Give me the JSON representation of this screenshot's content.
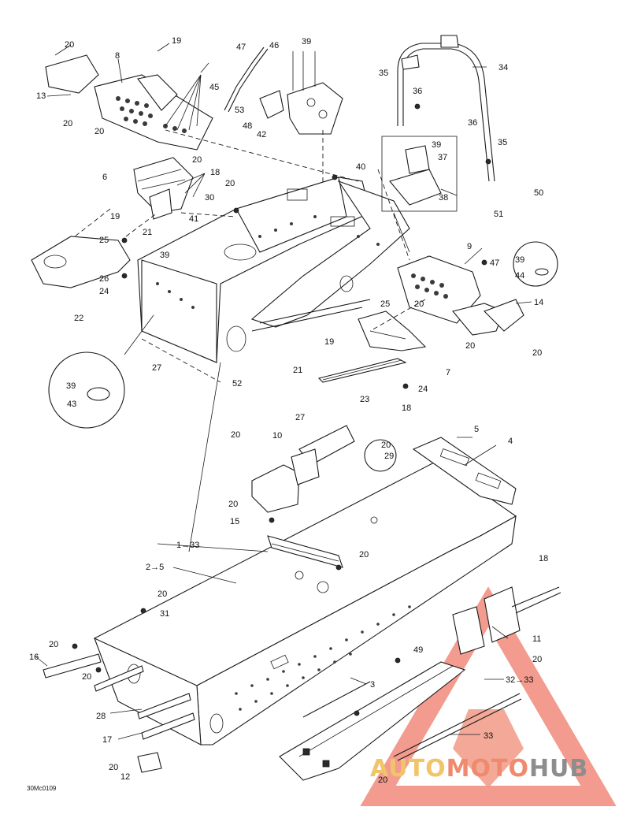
{
  "diagram": {
    "drawing_code": "30Mc0109",
    "callouts": [
      "20",
      "19",
      "8",
      "13",
      "20",
      "20",
      "47",
      "46",
      "45",
      "53",
      "48",
      "39",
      "42",
      "35",
      "36",
      "34",
      "36",
      "35",
      "39",
      "37",
      "38",
      "50",
      "51",
      "40",
      "6",
      "18",
      "20",
      "30",
      "20",
      "41",
      "19",
      "21",
      "25",
      "26",
      "24",
      "39",
      "22",
      "9",
      "47",
      "39",
      "44",
      "14",
      "25",
      "20",
      "20",
      "19",
      "7",
      "20",
      "27",
      "21",
      "52",
      "23",
      "24",
      "39",
      "43",
      "27",
      "18",
      "20",
      "10",
      "20",
      "29",
      "5",
      "4",
      "20",
      "15",
      "1→33",
      "2→5",
      "20",
      "18",
      "20",
      "31",
      "20",
      "16",
      "20",
      "28",
      "17",
      "49",
      "11",
      "20",
      "32→33",
      "3",
      "33",
      "20",
      "12",
      "20"
    ]
  },
  "watermark": {
    "part1": "AUTO",
    "part2": "MOTO",
    "part3": "HUB"
  }
}
